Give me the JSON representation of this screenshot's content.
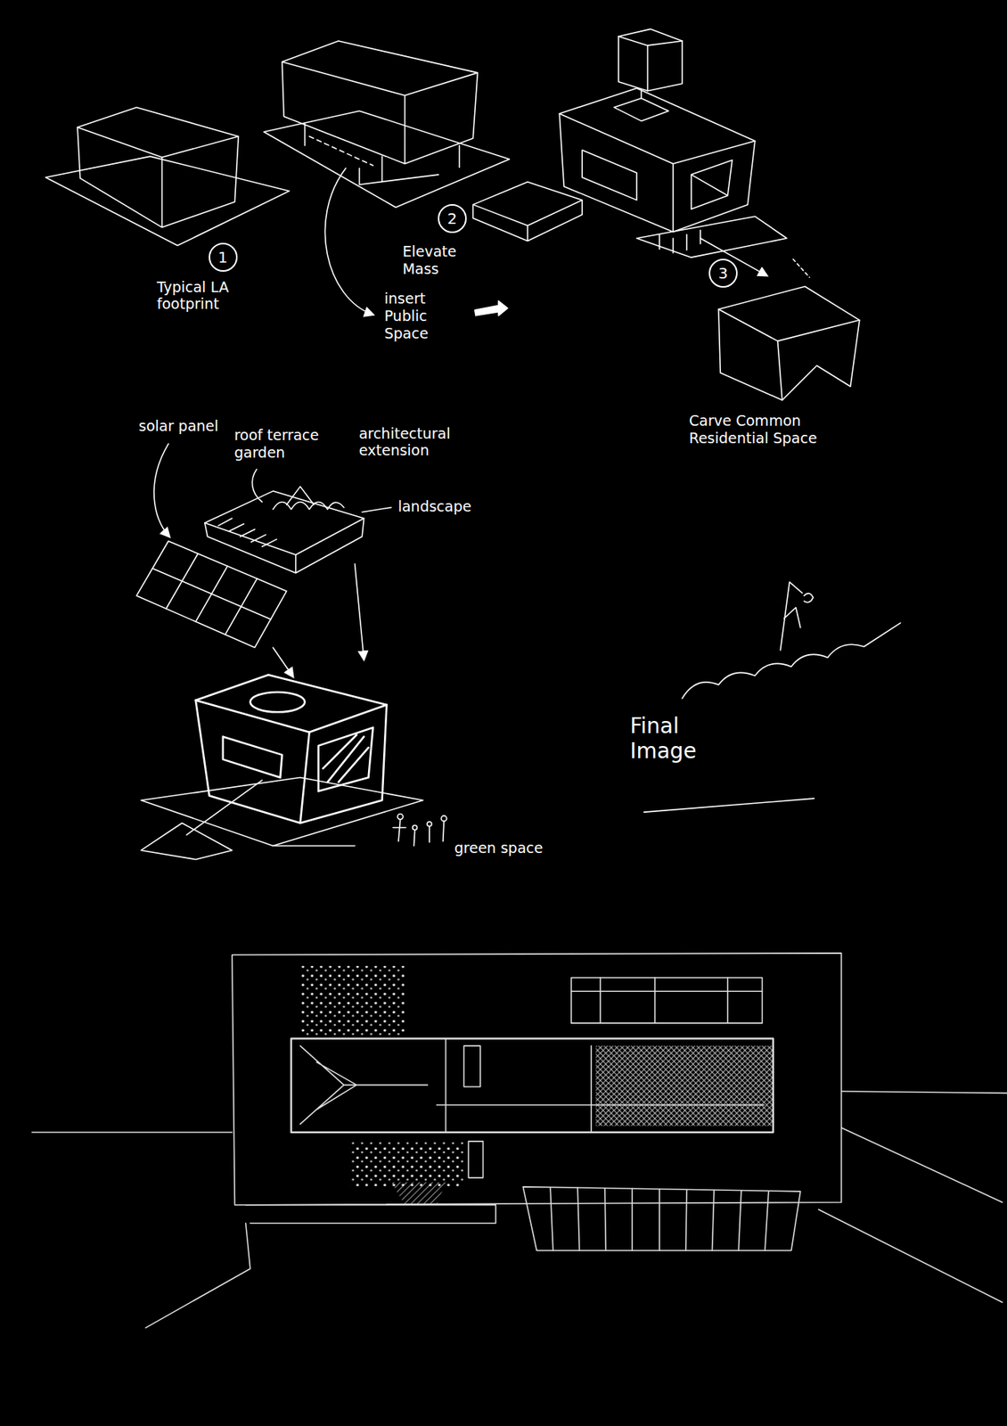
{
  "diagram": {
    "labels": [
      "1",
      "Typical LA footprint",
      "2",
      "Elevate Mass",
      "insert Public Space",
      "3",
      "Carve Common Residential Space",
      "solar panel",
      "roof terrace garden",
      "architectural extension",
      "landscape",
      "green space",
      "Final Image"
    ]
  }
}
